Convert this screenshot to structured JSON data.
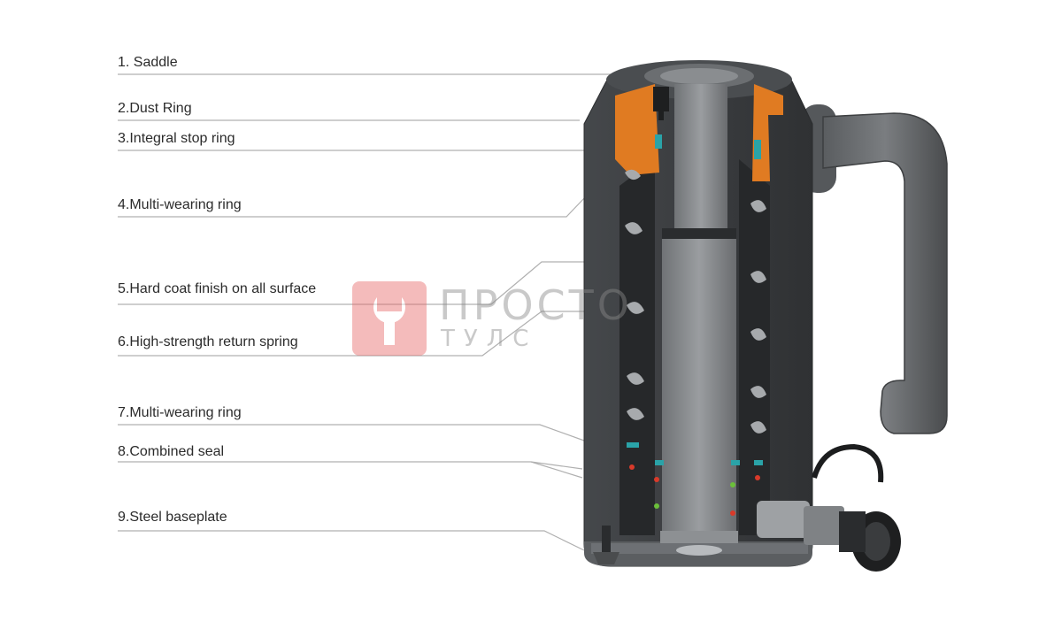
{
  "labels": [
    "1. Saddle",
    "2.Dust Ring",
    "3.Integral stop ring",
    "4.Multi-wearing ring",
    "5.Hard coat finish on all surface",
    "6.High-strength return spring",
    "7.Multi-wearing ring",
    "8.Combined seal",
    "9.Steel baseplate"
  ],
  "watermark": {
    "line1": "ПРОСТО",
    "line2": "ТУЛС"
  },
  "colors": {
    "body": "#3c3e40",
    "orange": "#e07b22",
    "teal": "#2aa3a8",
    "line": "#b0b0b0"
  }
}
